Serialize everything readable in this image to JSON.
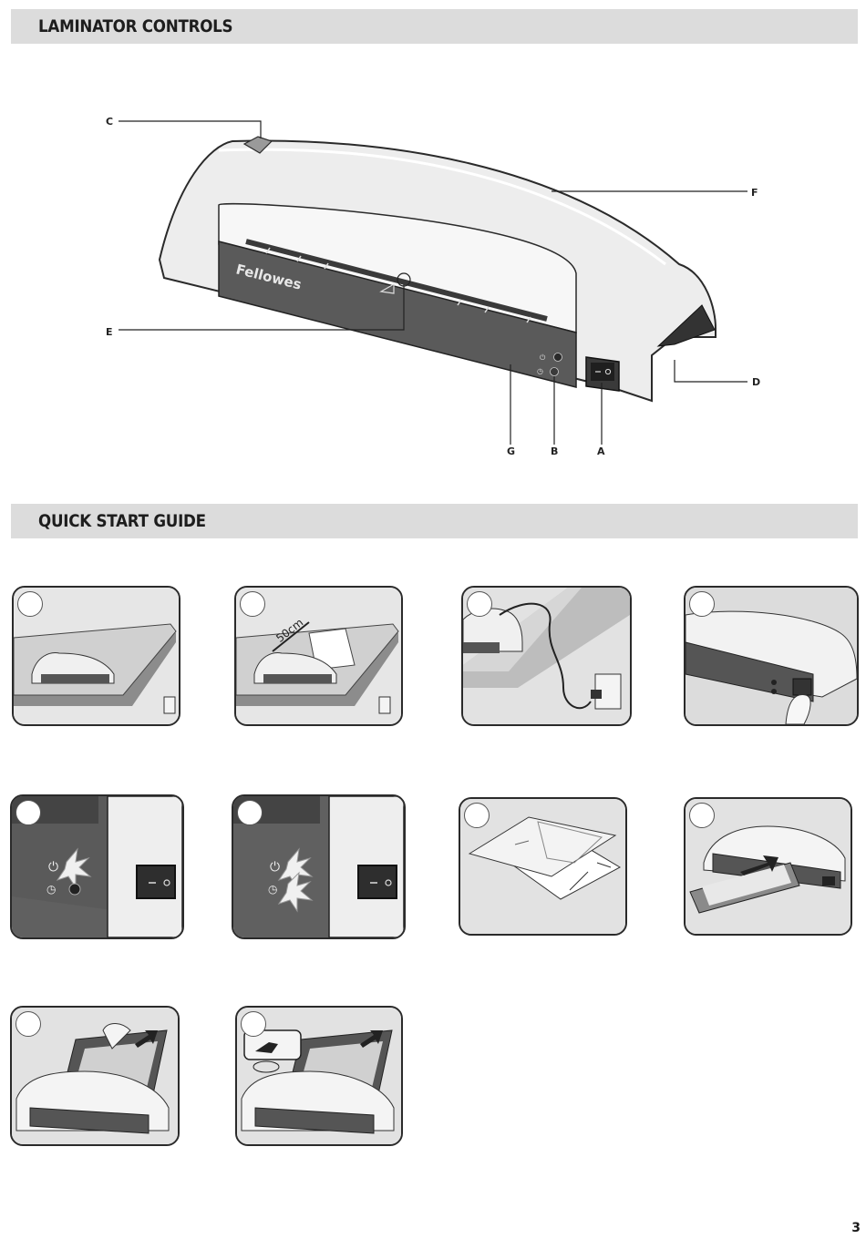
{
  "sections": {
    "controls_title": "LAMINATOR CONTROLS",
    "guide_title": "QUICK START GUIDE"
  },
  "diagram": {
    "brand": "Fellowes",
    "callouts": {
      "a": "A",
      "b": "B",
      "c": "C",
      "d": "D",
      "e": "E",
      "f": "F",
      "g": "G"
    }
  },
  "steps": {
    "step2_distance": "50cm"
  },
  "page_number": "3",
  "colors": {
    "band": "#dcdcdc",
    "panel": "#5a5a5a",
    "body": "#e8e8e8"
  }
}
